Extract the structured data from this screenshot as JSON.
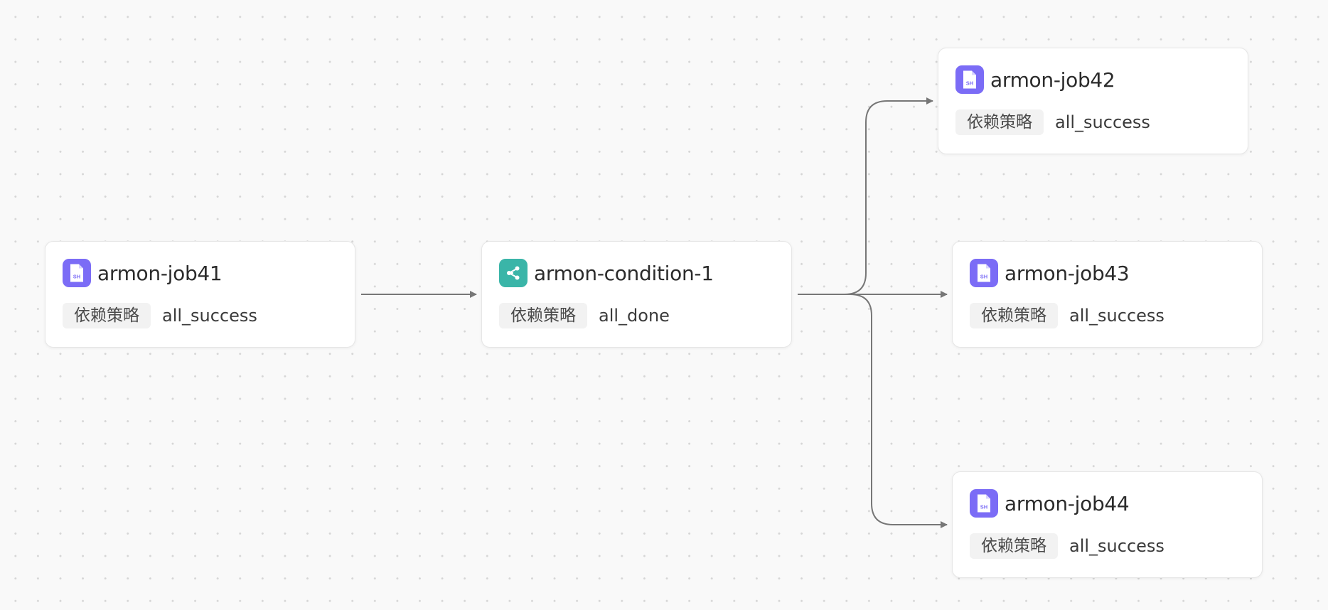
{
  "accent_colors": {
    "job_icon": "#7b6cf6",
    "condition_icon": "#3ab5a8",
    "edge": "#777777"
  },
  "nodes": [
    {
      "id": "armon-job41",
      "title": "armon-job41",
      "type": "shell",
      "icon": "shell-file-icon",
      "policy_label": "依赖策略",
      "policy_value": "all_success"
    },
    {
      "id": "armon-condition-1",
      "title": "armon-condition-1",
      "type": "condition",
      "icon": "branch-icon",
      "policy_label": "依赖策略",
      "policy_value": "all_done"
    },
    {
      "id": "armon-job42",
      "title": "armon-job42",
      "type": "shell",
      "icon": "shell-file-icon",
      "policy_label": "依赖策略",
      "policy_value": "all_success"
    },
    {
      "id": "armon-job43",
      "title": "armon-job43",
      "type": "shell",
      "icon": "shell-file-icon",
      "policy_label": "依赖策略",
      "policy_value": "all_success"
    },
    {
      "id": "armon-job44",
      "title": "armon-job44",
      "type": "shell",
      "icon": "shell-file-icon",
      "policy_label": "依赖策略",
      "policy_value": "all_success"
    }
  ],
  "edges": [
    {
      "from": "armon-job41",
      "to": "armon-condition-1"
    },
    {
      "from": "armon-condition-1",
      "to": "armon-job42"
    },
    {
      "from": "armon-condition-1",
      "to": "armon-job43"
    },
    {
      "from": "armon-condition-1",
      "to": "armon-job44"
    }
  ]
}
